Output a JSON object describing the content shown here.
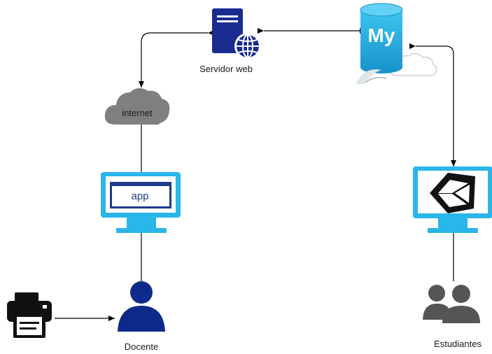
{
  "nodes": {
    "server_label": "Servidor web",
    "internet_label": "internet",
    "app_label": "app",
    "docente_label": "Docente",
    "estudiantes_label": "Estudiantes",
    "mysql_text": "My"
  },
  "colors": {
    "server_navy": "#1a2b8f",
    "monitor_cyan": "#29b6e8",
    "app_panel": "#1e3a8a",
    "person_navy": "#0d2a8a",
    "cloud_gray": "#8a8a8a",
    "mysql_blue": "#1fa4d9",
    "students_gray": "#555555",
    "printer": "#111111",
    "arrow": "#000000"
  },
  "icons": {
    "server": "web-server-icon",
    "cloud": "cloud-icon",
    "database": "mysql-database-icon",
    "monitor_app": "monitor-icon",
    "monitor_unity": "monitor-icon",
    "unity": "unity-logo-icon",
    "person": "user-icon",
    "students": "group-icon",
    "printer": "printer-icon"
  }
}
